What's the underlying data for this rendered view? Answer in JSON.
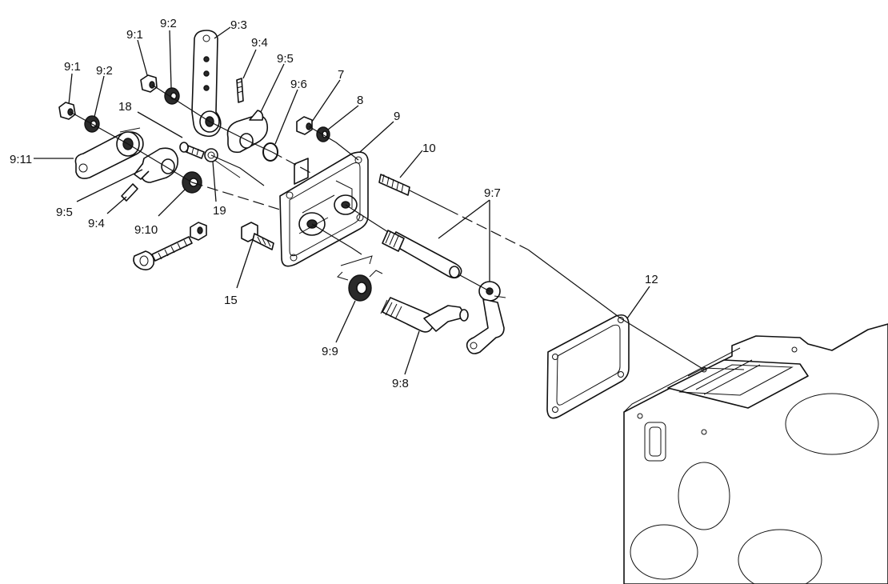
{
  "diagram": {
    "labels": [
      {
        "id": "l-9-1-a",
        "text": "9:1"
      },
      {
        "id": "l-9-2-a",
        "text": "9:2"
      },
      {
        "id": "l-9-1-b",
        "text": "9:1"
      },
      {
        "id": "l-9-2-b",
        "text": "9:2"
      },
      {
        "id": "l-9-3",
        "text": "9:3"
      },
      {
        "id": "l-9-4-a",
        "text": "9:4"
      },
      {
        "id": "l-9-5-a",
        "text": "9:5"
      },
      {
        "id": "l-9-6",
        "text": "9:6"
      },
      {
        "id": "l-7",
        "text": "7"
      },
      {
        "id": "l-8",
        "text": "8"
      },
      {
        "id": "l-9",
        "text": "9"
      },
      {
        "id": "l-10",
        "text": "10"
      },
      {
        "id": "l-18",
        "text": "18"
      },
      {
        "id": "l-9-11",
        "text": "9:11"
      },
      {
        "id": "l-9-5-b",
        "text": "9:5"
      },
      {
        "id": "l-9-4-b",
        "text": "9:4"
      },
      {
        "id": "l-9-10",
        "text": "9:10"
      },
      {
        "id": "l-19",
        "text": "19"
      },
      {
        "id": "l-15",
        "text": "15"
      },
      {
        "id": "l-9-7",
        "text": "9:7"
      },
      {
        "id": "l-9-9",
        "text": "9:9"
      },
      {
        "id": "l-9-8",
        "text": "9:8"
      },
      {
        "id": "l-12",
        "text": "12"
      }
    ]
  }
}
